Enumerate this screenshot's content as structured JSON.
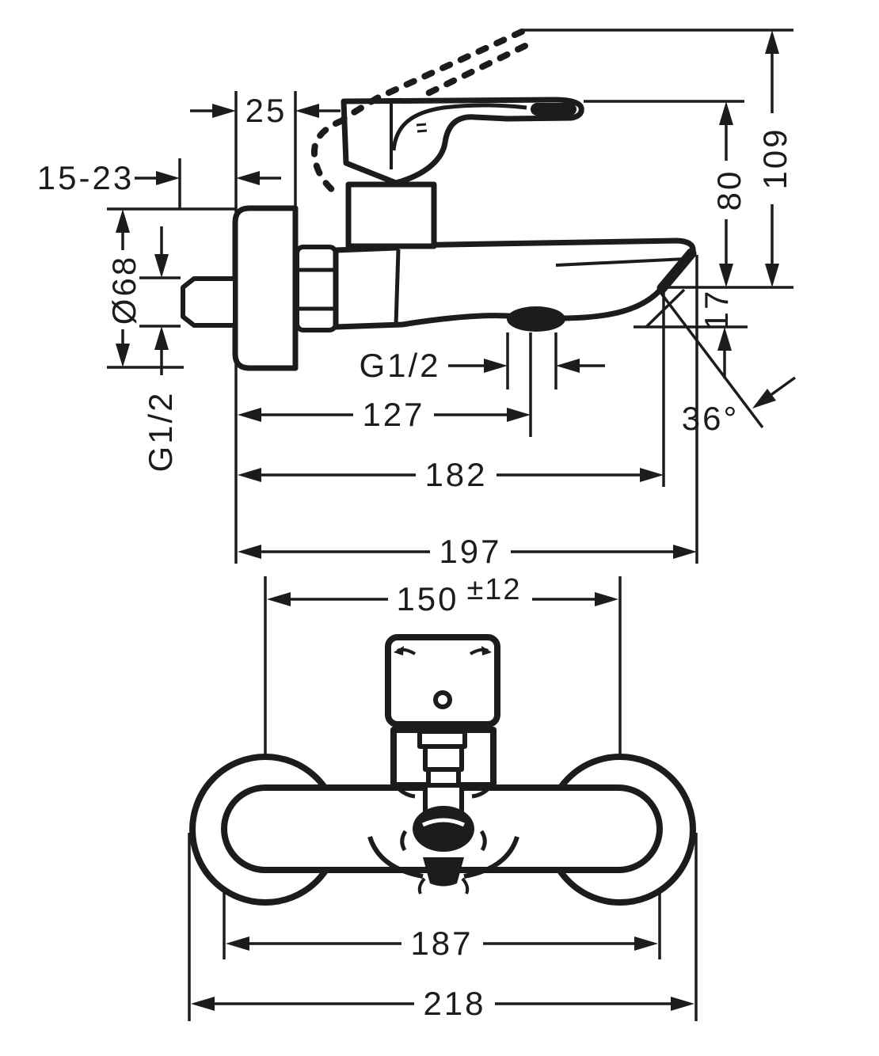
{
  "drawing": {
    "side_view": {
      "escutcheon_depth": "25",
      "wall_distance_range": "15-23",
      "escutcheon_diameter": "Ø68",
      "wall_connection_thread": "G1/2",
      "shower_outlet_thread": "G1/2",
      "spout_center_reach": "127",
      "spout_reach": "182",
      "overall_projection": "197",
      "spout_to_handle_height": "80",
      "overall_height": "109",
      "spout_tip_drop": "17",
      "outlet_angle": "36°"
    },
    "top_view": {
      "connection_spacing": "150",
      "connection_spacing_tolerance": "±12",
      "body_length": "187",
      "overall_width": "218"
    }
  }
}
